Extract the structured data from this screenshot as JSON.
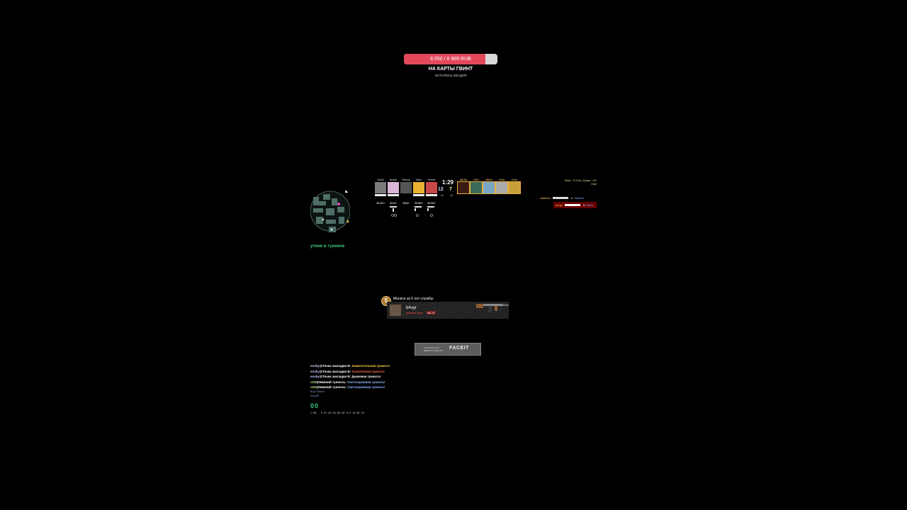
{
  "goal": {
    "amount": "6 050 / 6 969 RUB",
    "progress": 0.87,
    "title": "НА КАРТЫ ГВИНТ",
    "subtitle": "ОСТАЛОСЬ 253 ДНЯ",
    "fill_color": "#e24a5c"
  },
  "radar": {
    "location": "утони в туннеле"
  },
  "scoreboard": {
    "round_timer": "1:29",
    "ct_score": "12",
    "t_score": "7",
    "ct_alive": "x3",
    "t_alive": "x5",
    "ct_players": [
      {
        "name": "Slowit",
        "money": "$1600",
        "color": "#7a7a7a"
      },
      {
        "name": "Asoloh",
        "money": "$100",
        "color": "#d9b5d6"
      },
      {
        "name": "Batona",
        "money": "$600",
        "color": "#555555"
      },
      {
        "name": "sikey",
        "money": "$1850",
        "color": "#e8b230"
      },
      {
        "name": "Kennie",
        "money": "$1950",
        "color": "#c84848"
      }
    ],
    "t_players": [
      {
        "name": "fallolllo",
        "color": "#3a1a10"
      },
      {
        "name": "Haro",
        "color": "#3a6a58"
      },
      {
        "name": "sfikloe",
        "color": "#7aa6c4"
      },
      {
        "name": "Vimal",
        "color": "#aaaaaa"
      },
      {
        "name": "Sonic",
        "color": "#c8a03a"
      }
    ]
  },
  "match_info": {
    "line1": "Макс.: 10.5 мс | Средн.: 101",
    "line2": "Очки"
  },
  "killfeed": [
    {
      "killer": "Jakkhen",
      "victim": "Haoleve"
    },
    {
      "killer": "b4uyr",
      "victim": "Dftow"
    }
  ],
  "achievement": {
    "icon_text": "5",
    "title": "Монета за 5 лет службы",
    "player": "b4uyr",
    "desc": "убивает всех",
    "weapon": "AK-47"
  },
  "faceit": {
    "small_text": "THIS MATCH IS BEING PLAYED ON",
    "logo": "FACEIT"
  },
  "chat": [
    {
      "name": "ensky",
      "place": "@Точка закладки B:",
      "item": "Зажигательная граната!",
      "name_color": "#c9c9ff",
      "item_color": "#ffd24a"
    },
    {
      "name": "ensky",
      "place": "@Точка закладки B:",
      "item": "Осколочная граната!",
      "name_color": "#c9c9ff",
      "item_color": "#ff6a4a"
    },
    {
      "name": "ensky",
      "place": "@Точка закладки B:",
      "item": "Дымовая граната!",
      "name_color": "#c9c9ff",
      "item_color": "#ffffff"
    },
    {
      "name": "o28",
      "place": "@Нижний туннель:",
      "item": "Светошумовая граната!",
      "name_color": "#a6e26a",
      "item_color": "#8ab8ff"
    },
    {
      "name": "o28",
      "place": "@Нижний туннель:",
      "item": "Светошумовая граната!",
      "name_color": "#a6e26a",
      "item_color": "#8ab8ff"
    }
  ],
  "chat_extra": [
    "buy7 Всего",
    "lona28"
  ],
  "fps": "00",
  "netgraph": "2:00 - 0 07-46-05-00-00 0:0 15-05-29"
}
